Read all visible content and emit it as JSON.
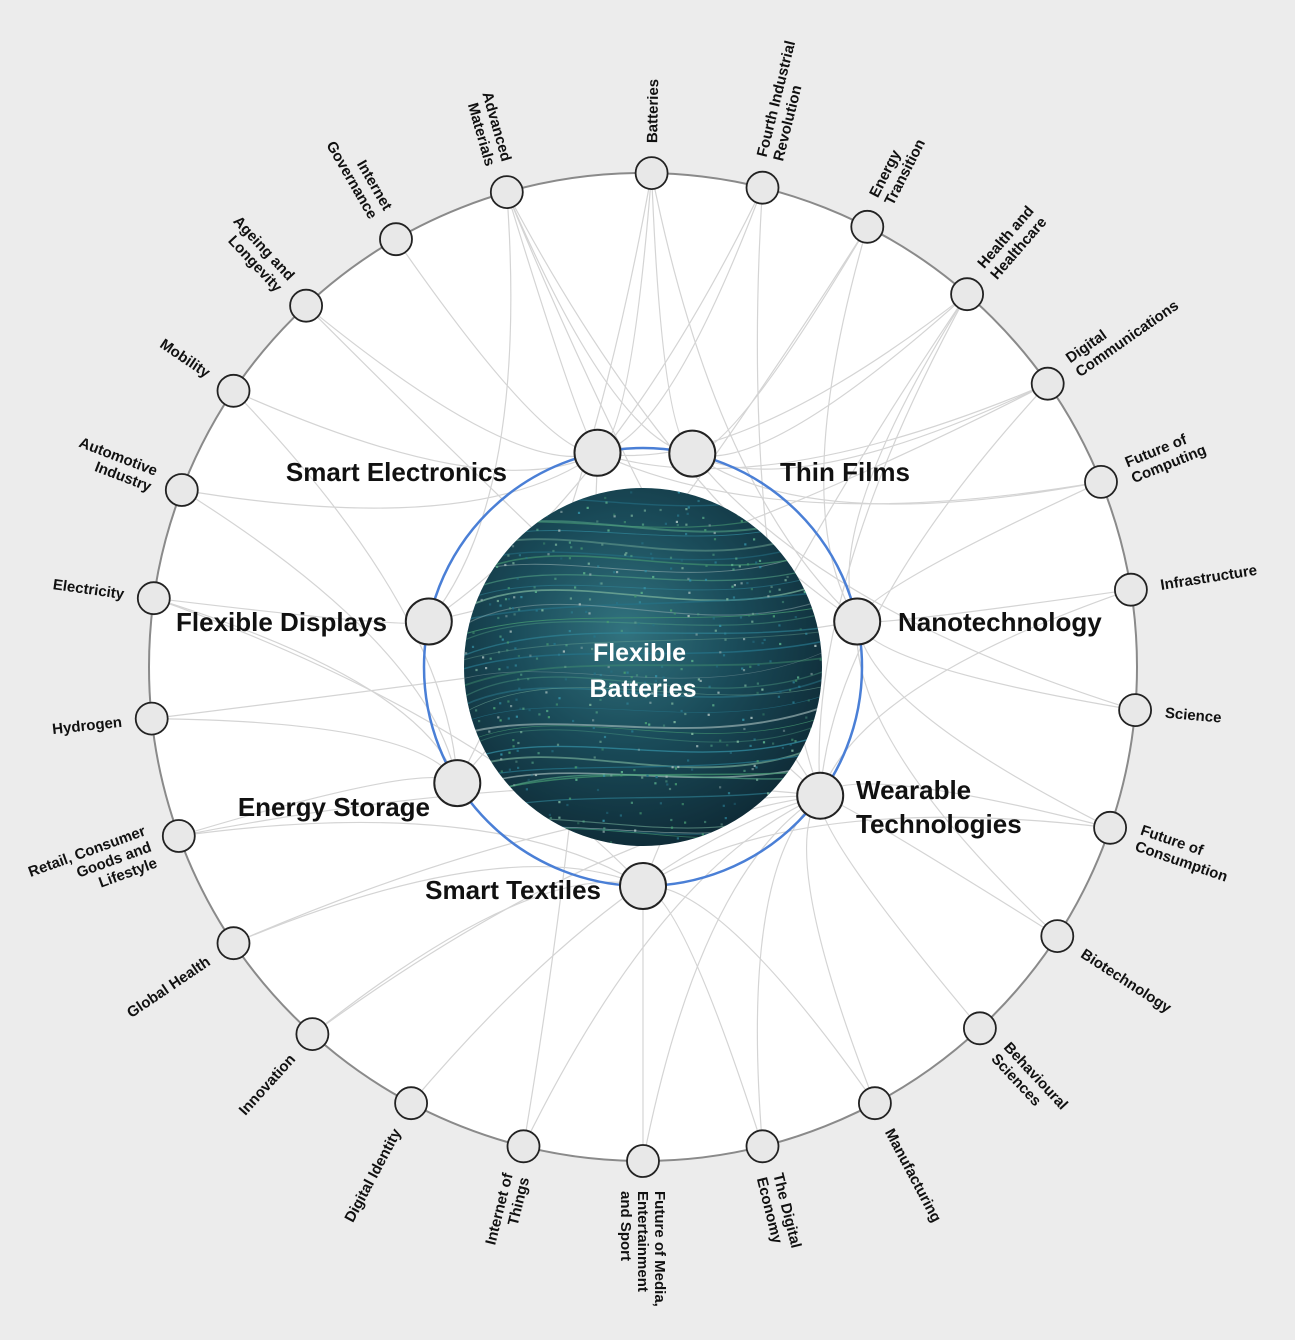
{
  "center": {
    "title_lines": [
      "Flexible",
      "Batteries"
    ]
  },
  "inner_nodes": [
    {
      "id": "smart-electronics",
      "lines": [
        "Smart Electronics"
      ]
    },
    {
      "id": "thin-films",
      "lines": [
        "Thin Films"
      ]
    },
    {
      "id": "nanotechnology",
      "lines": [
        "Nanotechnology"
      ]
    },
    {
      "id": "wearable-technologies",
      "lines": [
        "Wearable",
        "Technologies"
      ]
    },
    {
      "id": "smart-textiles",
      "lines": [
        "Smart Textiles"
      ]
    },
    {
      "id": "energy-storage",
      "lines": [
        "Energy Storage"
      ]
    },
    {
      "id": "flexible-displays",
      "lines": [
        "Flexible Displays"
      ]
    }
  ],
  "outer_nodes": [
    {
      "id": "batteries",
      "lines": [
        "Batteries"
      ]
    },
    {
      "id": "fourth-industrial-revolution",
      "lines": [
        "Fourth Industrial",
        "Revolution"
      ]
    },
    {
      "id": "energy-transition",
      "lines": [
        "Energy",
        "Transition"
      ]
    },
    {
      "id": "health-and-healthcare",
      "lines": [
        "Health and",
        "Healthcare"
      ]
    },
    {
      "id": "digital-communications",
      "lines": [
        "Digital",
        "Communications"
      ]
    },
    {
      "id": "future-of-computing",
      "lines": [
        "Future of",
        "Computing"
      ]
    },
    {
      "id": "infrastructure",
      "lines": [
        "Infrastructure"
      ]
    },
    {
      "id": "science",
      "lines": [
        "Science"
      ]
    },
    {
      "id": "future-of-consumption",
      "lines": [
        "Future of",
        "Consumption"
      ]
    },
    {
      "id": "biotechnology",
      "lines": [
        "Biotechnology"
      ]
    },
    {
      "id": "behavioural-sciences",
      "lines": [
        "Behavioural",
        "Sciences"
      ]
    },
    {
      "id": "manufacturing",
      "lines": [
        "Manufacturing"
      ]
    },
    {
      "id": "the-digital-economy",
      "lines": [
        "The Digital",
        "Economy"
      ]
    },
    {
      "id": "future-of-media",
      "lines": [
        "Future of Media,",
        "Entertainment",
        "and Sport"
      ]
    },
    {
      "id": "internet-of-things",
      "lines": [
        "Internet of",
        "Things"
      ]
    },
    {
      "id": "digital-identity",
      "lines": [
        "Digital Identity"
      ]
    },
    {
      "id": "innovation",
      "lines": [
        "Innovation"
      ]
    },
    {
      "id": "global-health",
      "lines": [
        "Global Health"
      ]
    },
    {
      "id": "retail-consumer-goods",
      "lines": [
        "Retail, Consumer",
        "Goods and",
        "Lifestyle"
      ]
    },
    {
      "id": "hydrogen",
      "lines": [
        "Hydrogen"
      ]
    },
    {
      "id": "electricity",
      "lines": [
        "Electricity"
      ]
    },
    {
      "id": "automotive-industry",
      "lines": [
        "Automotive",
        "Industry"
      ]
    },
    {
      "id": "mobility",
      "lines": [
        "Mobility"
      ]
    },
    {
      "id": "ageing-and-longevity",
      "lines": [
        "Ageing and",
        "Longevity"
      ]
    },
    {
      "id": "internet-governance",
      "lines": [
        "Internet",
        "Governance"
      ]
    },
    {
      "id": "advanced-materials",
      "lines": [
        "Advanced",
        "Materials"
      ]
    }
  ],
  "links": [
    [
      "batteries",
      "smart-electronics"
    ],
    [
      "batteries",
      "thin-films"
    ],
    [
      "batteries",
      "nanotechnology"
    ],
    [
      "batteries",
      "energy-storage"
    ],
    [
      "fourth-industrial-revolution",
      "smart-electronics"
    ],
    [
      "fourth-industrial-revolution",
      "wearable-technologies"
    ],
    [
      "fourth-industrial-revolution",
      "flexible-displays"
    ],
    [
      "energy-transition",
      "thin-films"
    ],
    [
      "energy-transition",
      "energy-storage"
    ],
    [
      "energy-transition",
      "nanotechnology"
    ],
    [
      "health-and-healthcare",
      "thin-films"
    ],
    [
      "health-and-healthcare",
      "wearable-technologies"
    ],
    [
      "health-and-healthcare",
      "smart-textiles"
    ],
    [
      "health-and-healthcare",
      "smart-electronics"
    ],
    [
      "health-and-healthcare",
      "nanotechnology"
    ],
    [
      "digital-communications",
      "smart-electronics"
    ],
    [
      "digital-communications",
      "thin-films"
    ],
    [
      "digital-communications",
      "wearable-technologies"
    ],
    [
      "digital-communications",
      "flexible-displays"
    ],
    [
      "future-of-computing",
      "thin-films"
    ],
    [
      "future-of-computing",
      "smart-electronics"
    ],
    [
      "future-of-computing",
      "nanotechnology"
    ],
    [
      "infrastructure",
      "wearable-technologies"
    ],
    [
      "infrastructure",
      "nanotechnology"
    ],
    [
      "science",
      "nanotechnology"
    ],
    [
      "science",
      "thin-films"
    ],
    [
      "future-of-consumption",
      "wearable-technologies"
    ],
    [
      "future-of-consumption",
      "smart-textiles"
    ],
    [
      "future-of-consumption",
      "nanotechnology"
    ],
    [
      "biotechnology",
      "wearable-technologies"
    ],
    [
      "biotechnology",
      "nanotechnology"
    ],
    [
      "behavioural-sciences",
      "wearable-technologies"
    ],
    [
      "manufacturing",
      "wearable-technologies"
    ],
    [
      "manufacturing",
      "smart-textiles"
    ],
    [
      "the-digital-economy",
      "wearable-technologies"
    ],
    [
      "the-digital-economy",
      "smart-textiles"
    ],
    [
      "future-of-media",
      "wearable-technologies"
    ],
    [
      "future-of-media",
      "smart-textiles"
    ],
    [
      "internet-of-things",
      "smart-electronics"
    ],
    [
      "internet-of-things",
      "wearable-technologies"
    ],
    [
      "digital-identity",
      "wearable-technologies"
    ],
    [
      "innovation",
      "smart-textiles"
    ],
    [
      "innovation",
      "wearable-technologies"
    ],
    [
      "global-health",
      "wearable-technologies"
    ],
    [
      "global-health",
      "smart-textiles"
    ],
    [
      "retail-consumer-goods",
      "smart-textiles"
    ],
    [
      "retail-consumer-goods",
      "wearable-technologies"
    ],
    [
      "retail-consumer-goods",
      "energy-storage"
    ],
    [
      "hydrogen",
      "energy-storage"
    ],
    [
      "hydrogen",
      "nanotechnology"
    ],
    [
      "electricity",
      "energy-storage"
    ],
    [
      "electricity",
      "flexible-displays"
    ],
    [
      "electricity",
      "smart-textiles"
    ],
    [
      "automotive-industry",
      "energy-storage"
    ],
    [
      "automotive-industry",
      "smart-electronics"
    ],
    [
      "mobility",
      "smart-electronics"
    ],
    [
      "mobility",
      "energy-storage"
    ],
    [
      "ageing-and-longevity",
      "smart-electronics"
    ],
    [
      "ageing-and-longevity",
      "wearable-technologies"
    ],
    [
      "internet-governance",
      "smart-electronics"
    ],
    [
      "advanced-materials",
      "smart-electronics"
    ],
    [
      "advanced-materials",
      "thin-films"
    ],
    [
      "advanced-materials",
      "nanotechnology"
    ],
    [
      "advanced-materials",
      "flexible-displays"
    ],
    [
      "advanced-materials",
      "wearable-technologies"
    ]
  ],
  "colors": {
    "background": "#ececec",
    "disc": "#ffffff",
    "outer_ring": "#8a8a8a",
    "inner_ring": "#4a7fd6",
    "node_fill": "#e8e8e8",
    "node_stroke": "#222222",
    "link": "#d4d4d4"
  }
}
